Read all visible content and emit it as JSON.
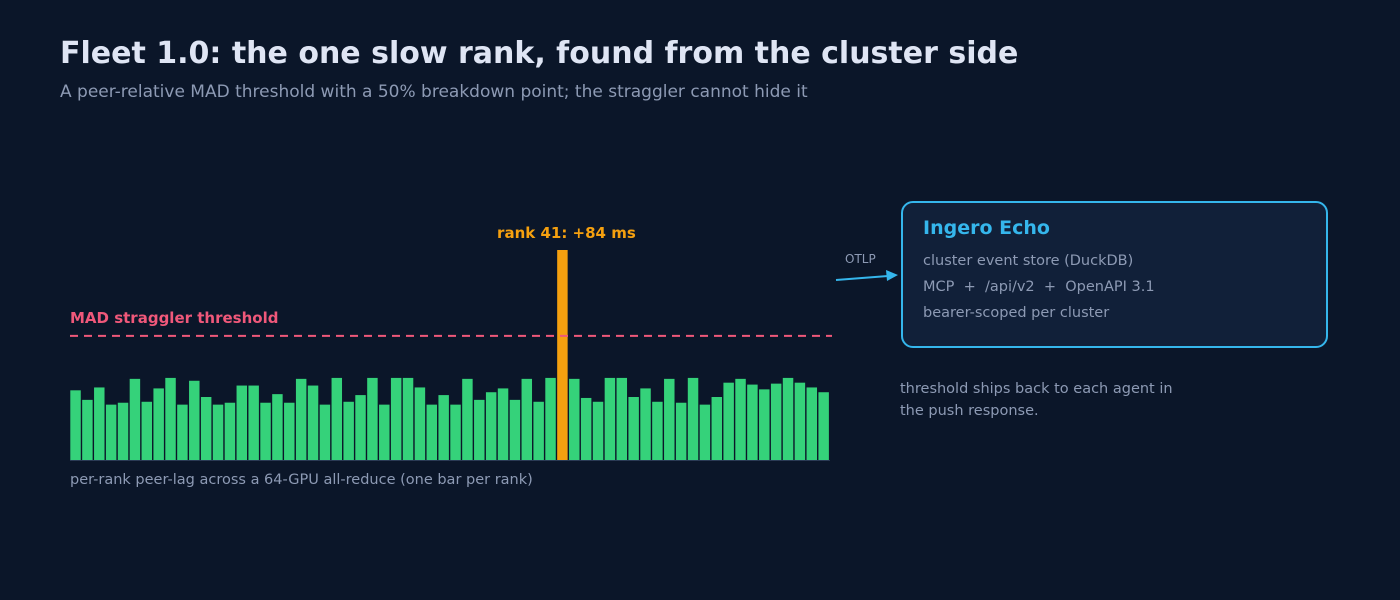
{
  "page": {
    "title": "Fleet 1.0: the one slow rank, found from the cluster side",
    "subtitle": "A peer-relative MAD threshold with a 50% breakdown point; the straggler cannot hide it"
  },
  "chart_data": {
    "type": "bar",
    "values": [
      73,
      63,
      76,
      58,
      60,
      85,
      61,
      75,
      86,
      58,
      83,
      66,
      58,
      60,
      78,
      78,
      60,
      69,
      60,
      85,
      78,
      58,
      86,
      61,
      68,
      86,
      58,
      86,
      86,
      76,
      58,
      68,
      58,
      85,
      63,
      71,
      75,
      63,
      85,
      61,
      86,
      220,
      85,
      65,
      61,
      86,
      86,
      66,
      75,
      61,
      85,
      60,
      86,
      58,
      66,
      81,
      85,
      79,
      74,
      80,
      86,
      81,
      76,
      71
    ],
    "highlight_index": 41,
    "highlight_label": "rank 41: +84 ms",
    "threshold_label": "MAD straggler threshold",
    "threshold_value": 130,
    "ylim": [
      0,
      230
    ],
    "xlabel": "per-rank peer-lag across a 64-GPU all-reduce (one bar per rank)",
    "colors": {
      "normal": "#35d27a",
      "highlight": "#f5a00f",
      "threshold": "#f0587a"
    }
  },
  "connector": {
    "label": "OTLP",
    "color": "#35b6ec"
  },
  "echo": {
    "title": "Ingero Echo",
    "lines": [
      "cluster event store (DuckDB)",
      "MCP  +  /api/v2  +  OpenAPI 3.1",
      "bearer-scoped per cluster"
    ]
  },
  "note": "threshold ships back to each agent in the push response."
}
